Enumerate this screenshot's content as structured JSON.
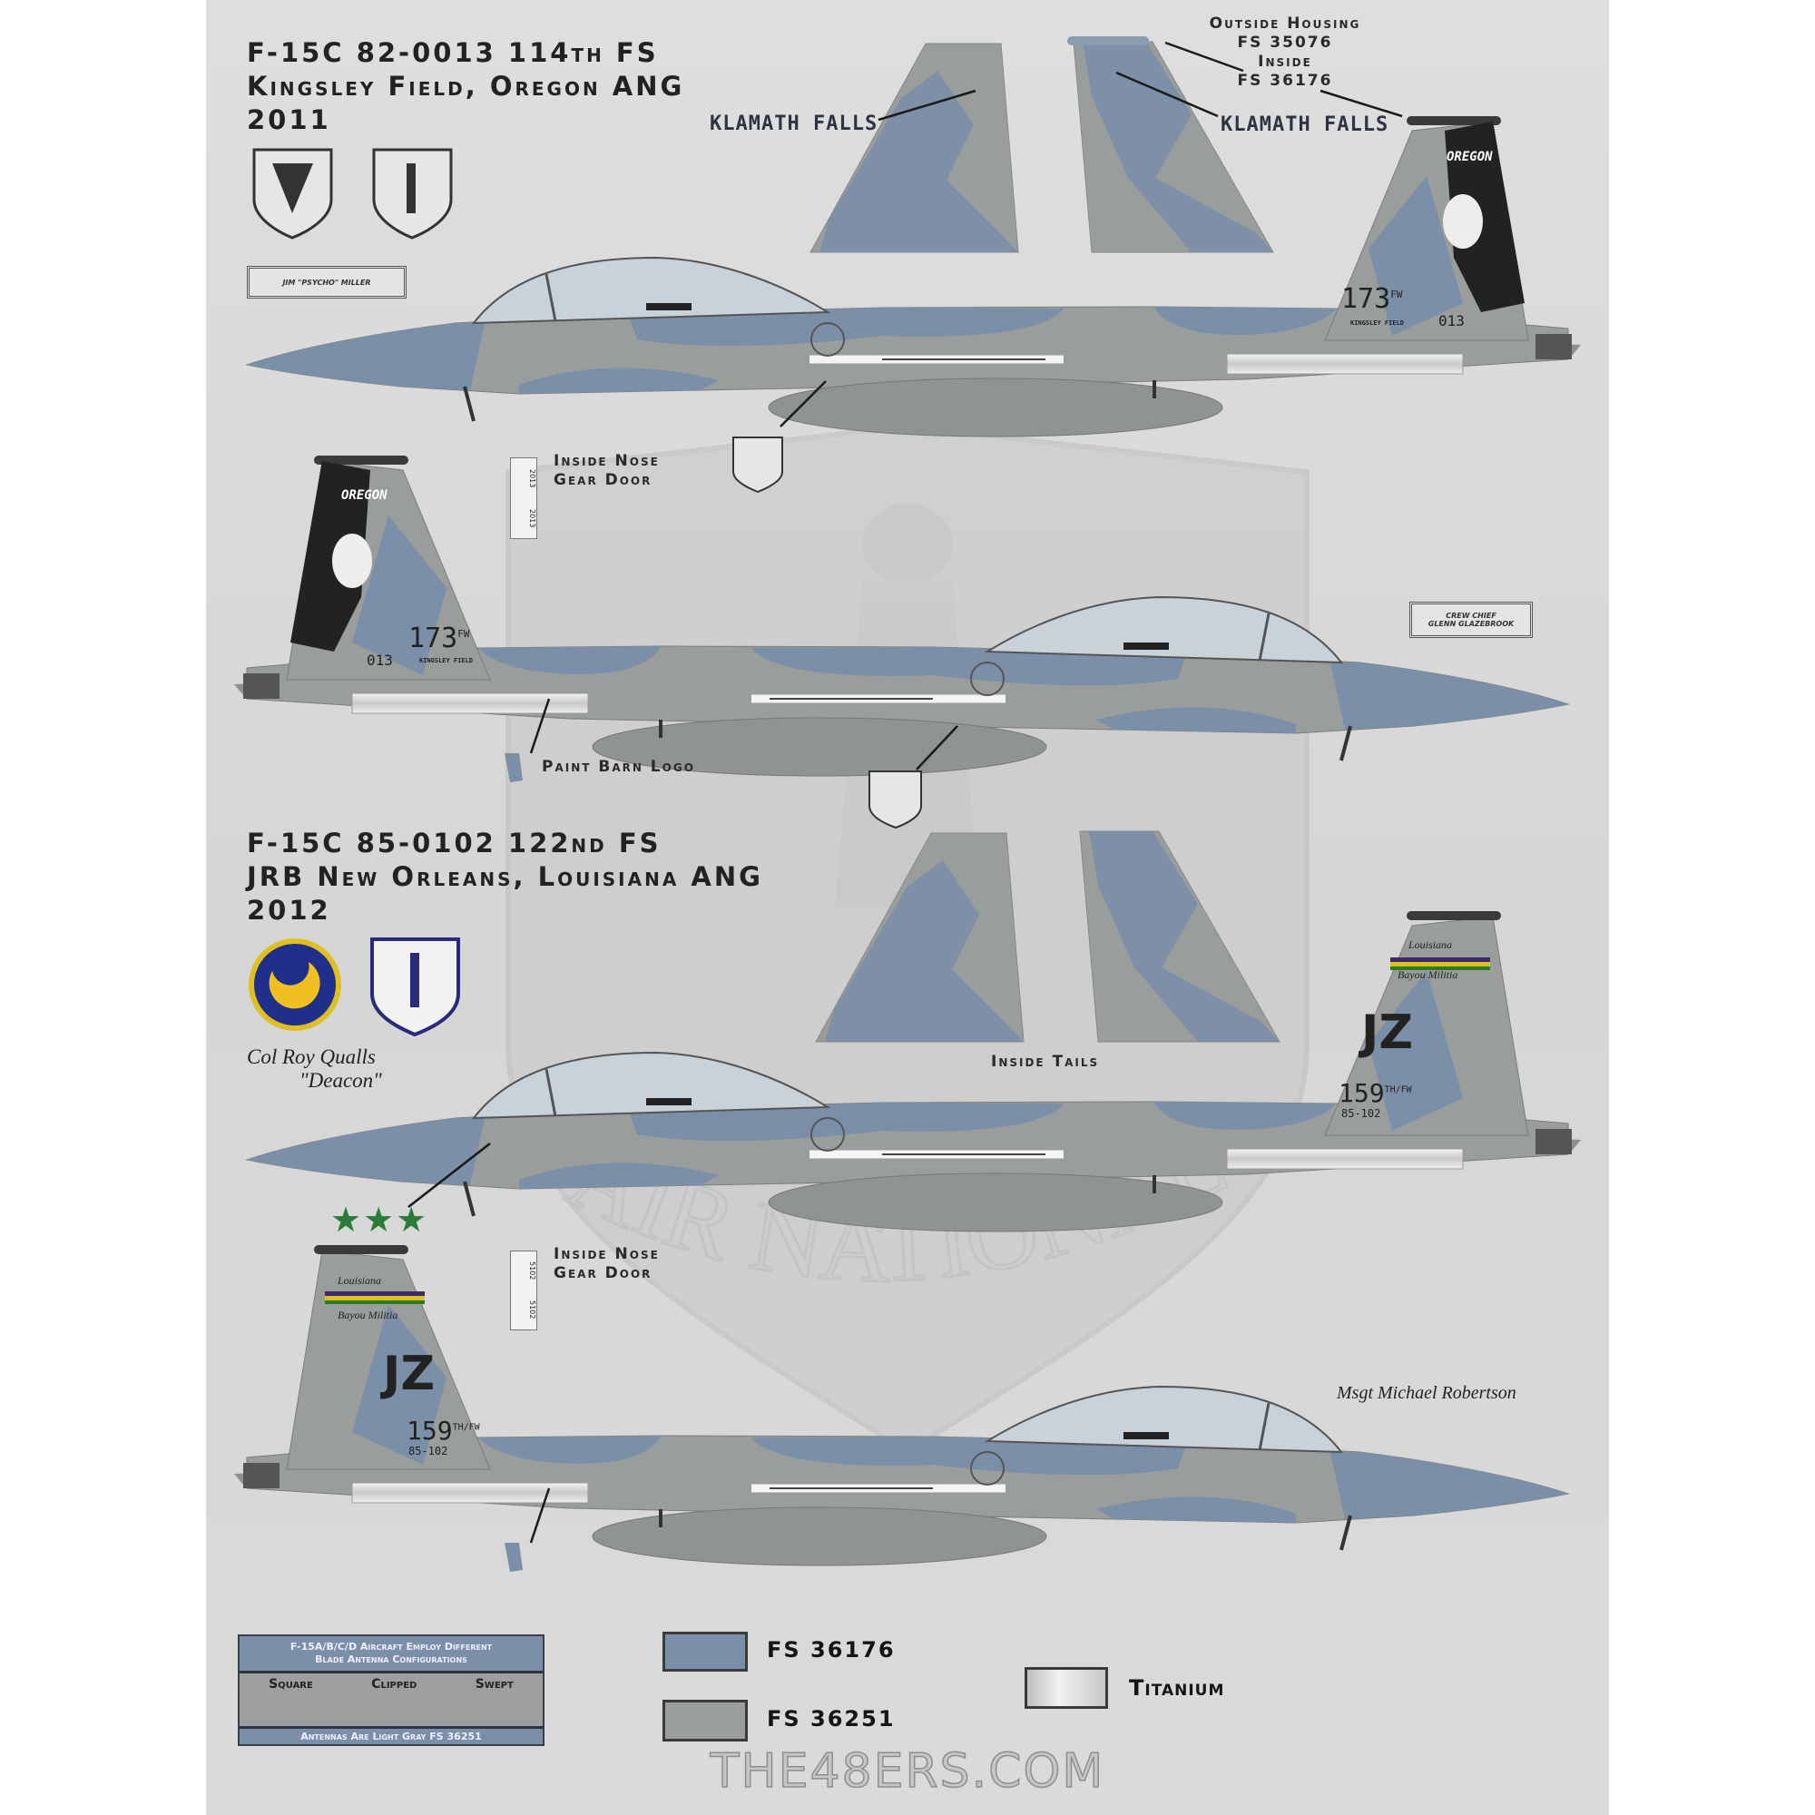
{
  "colors": {
    "background": "#d9d9d9",
    "fs36176": "#7b8fa8",
    "fs36251": "#999d9b",
    "fs35076": "#333333",
    "titanium": "#d8d8d8"
  },
  "watermark_logo_text": "AIR NATIONAL GUARD",
  "section1": {
    "title_lines": [
      "F-15C 82-0013  114th FS",
      "Kingsley Field, Oregon ANG",
      "2011"
    ],
    "klamath_left": "KLAMATH FALLS",
    "klamath_right": "KLAMATH FALLS",
    "housing_note": [
      "Outside Housing",
      "FS 35076",
      "Inside",
      "FS 36176"
    ],
    "pilot_badge": "JIM \"PSYCHO\" MILLER",
    "crew_chief_badge": [
      "CREW CHIEF",
      "GLENN GLAZEBROOK"
    ],
    "nose_gear_label": [
      "Inside Nose",
      "Gear Door"
    ],
    "nose_gear_serials": [
      "2013",
      "2013"
    ],
    "paint_barn_label": "Paint Barn Logo",
    "fin_text": {
      "state": "OREGON",
      "wing": "173",
      "wing_suffix": "FW",
      "serial": "013",
      "base": "KINGSLEY FIELD"
    },
    "emblems": [
      "173d Fighter Wing",
      "Air National Guard"
    ]
  },
  "section2": {
    "title_lines": [
      "F-15C 85-0102  122nd FS",
      "JRB New Orleans, Louisiana ANG",
      "2012"
    ],
    "pilot_name": [
      "Col Roy Qualls",
      "\"Deacon\""
    ],
    "inside_tails_label": "Inside Tails",
    "kill_marks": "★★★",
    "nose_gear_label": [
      "Inside Nose",
      "Gear Door"
    ],
    "nose_gear_serials": [
      "5102",
      "5102"
    ],
    "crew_chief": "Msgt Michael Robertson",
    "fin_text": {
      "top": "Louisiana",
      "bottom": "Bayou Militia",
      "code": "JZ",
      "wing": "159",
      "wing_suffix": "TH/FW",
      "serial": "85-102"
    },
    "emblems": [
      "122 Fighter Sq",
      "Air National Guard"
    ]
  },
  "legend": {
    "antenna_note": [
      "F-15A/B/C/D Aircraft Employ Different",
      "Blade Antenna Configurations"
    ],
    "antenna_types": [
      "Square",
      "Clipped",
      "Swept"
    ],
    "antenna_footer": "Antennas Are Light Gray FS 36251",
    "swatches": [
      {
        "label": "FS 36176",
        "color": "#7b8fa8"
      },
      {
        "label": "FS 36251",
        "color": "#999d9b"
      },
      {
        "label": "Titanium",
        "color": "#d8d8d8"
      }
    ]
  },
  "watermark": "THE48ERS.COM"
}
